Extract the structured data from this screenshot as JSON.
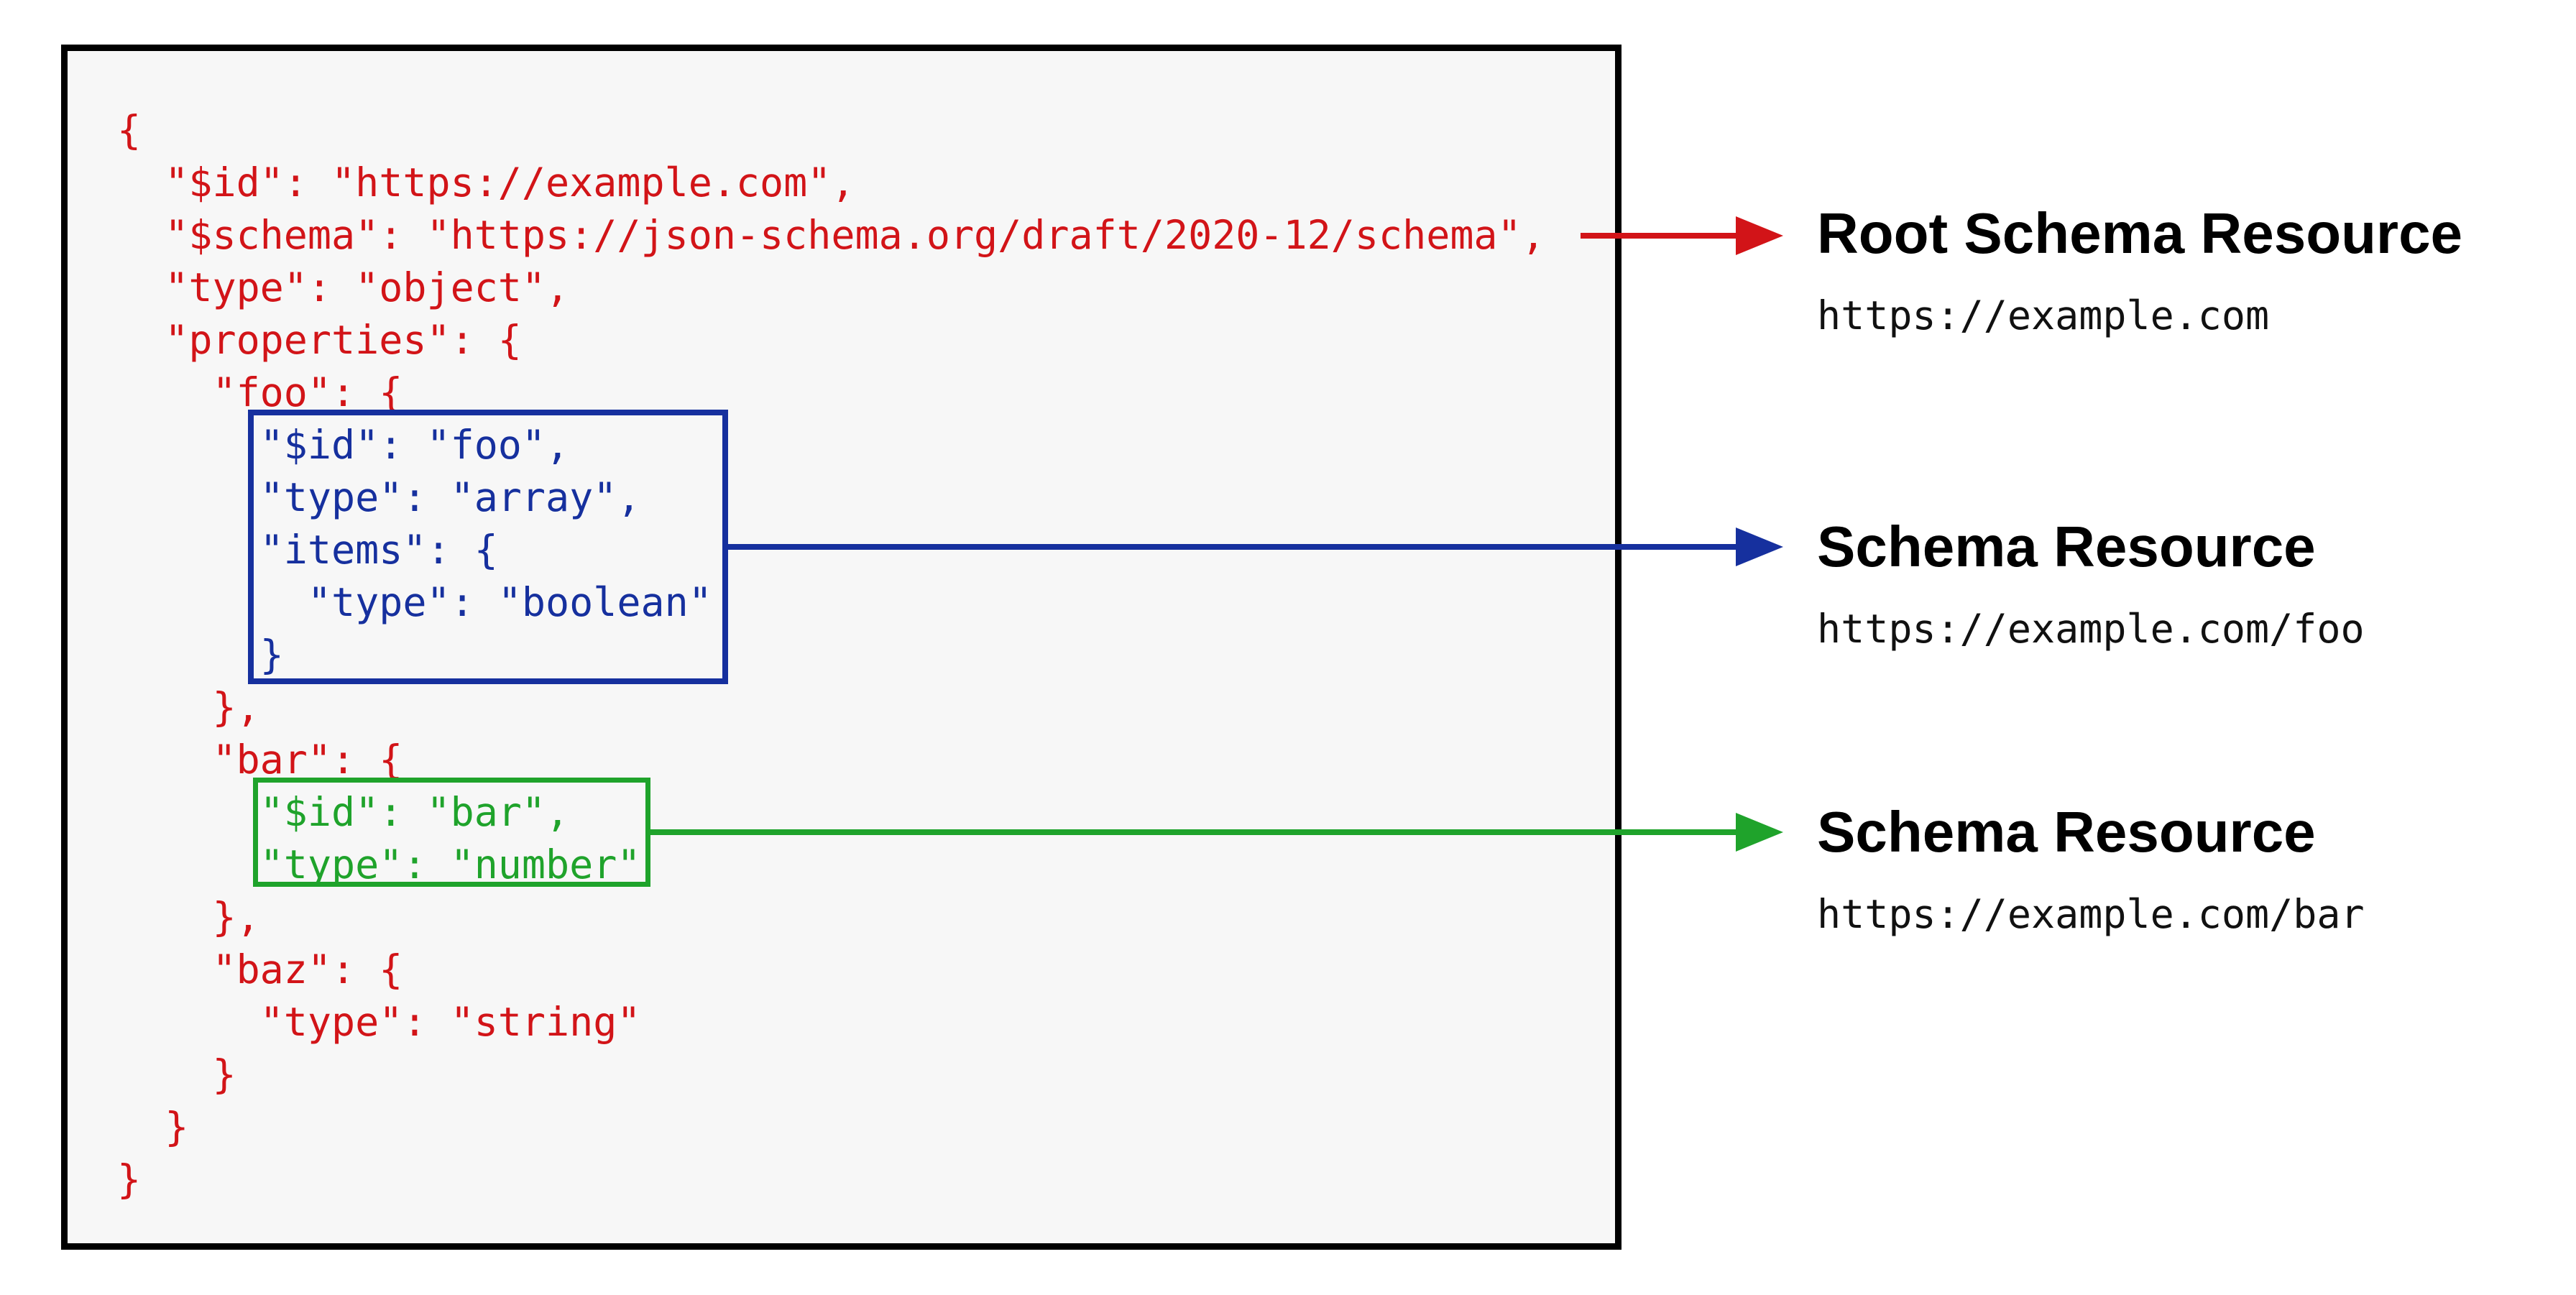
{
  "colors": {
    "red": "#d21418",
    "blue": "#16309e",
    "green": "#1fa32b",
    "black": "#000000",
    "panel_bg": "#f7f7f7"
  },
  "code": {
    "lines": [
      {
        "text": "{",
        "color": "red"
      },
      {
        "text": "  \"$id\": \"https://example.com\",",
        "color": "red"
      },
      {
        "text": "  \"$schema\": \"https://json-schema.org/draft/2020-12/schema\",",
        "color": "red"
      },
      {
        "text": "  \"type\": \"object\",",
        "color": "red"
      },
      {
        "text": "  \"properties\": {",
        "color": "red"
      },
      {
        "text": "    \"foo\": {",
        "color": "red"
      },
      {
        "text": "      \"$id\": \"foo\",",
        "color": "blue"
      },
      {
        "text": "      \"type\": \"array\",",
        "color": "blue"
      },
      {
        "text": "      \"items\": {",
        "color": "blue"
      },
      {
        "text": "        \"type\": \"boolean\"",
        "color": "blue"
      },
      {
        "text": "      }",
        "color": "blue"
      },
      {
        "text": "    },",
        "color": "red"
      },
      {
        "text": "    \"bar\": {",
        "color": "red"
      },
      {
        "text": "      \"$id\": \"bar\",",
        "color": "green"
      },
      {
        "text": "      \"type\": \"number\"",
        "color": "green"
      },
      {
        "text": "    },",
        "color": "red"
      },
      {
        "text": "    \"baz\": {",
        "color": "red"
      },
      {
        "text": "      \"type\": \"string\"",
        "color": "red"
      },
      {
        "text": "    }",
        "color": "red"
      },
      {
        "text": "  }",
        "color": "red"
      },
      {
        "text": "}",
        "color": "red"
      }
    ]
  },
  "annotations": [
    {
      "title": "Root Schema Resource",
      "url": "https://example.com",
      "color": "red"
    },
    {
      "title": "Schema Resource",
      "url": "https://example.com/foo",
      "color": "blue"
    },
    {
      "title": "Schema Resource",
      "url": "https://example.com/bar",
      "color": "green"
    }
  ]
}
